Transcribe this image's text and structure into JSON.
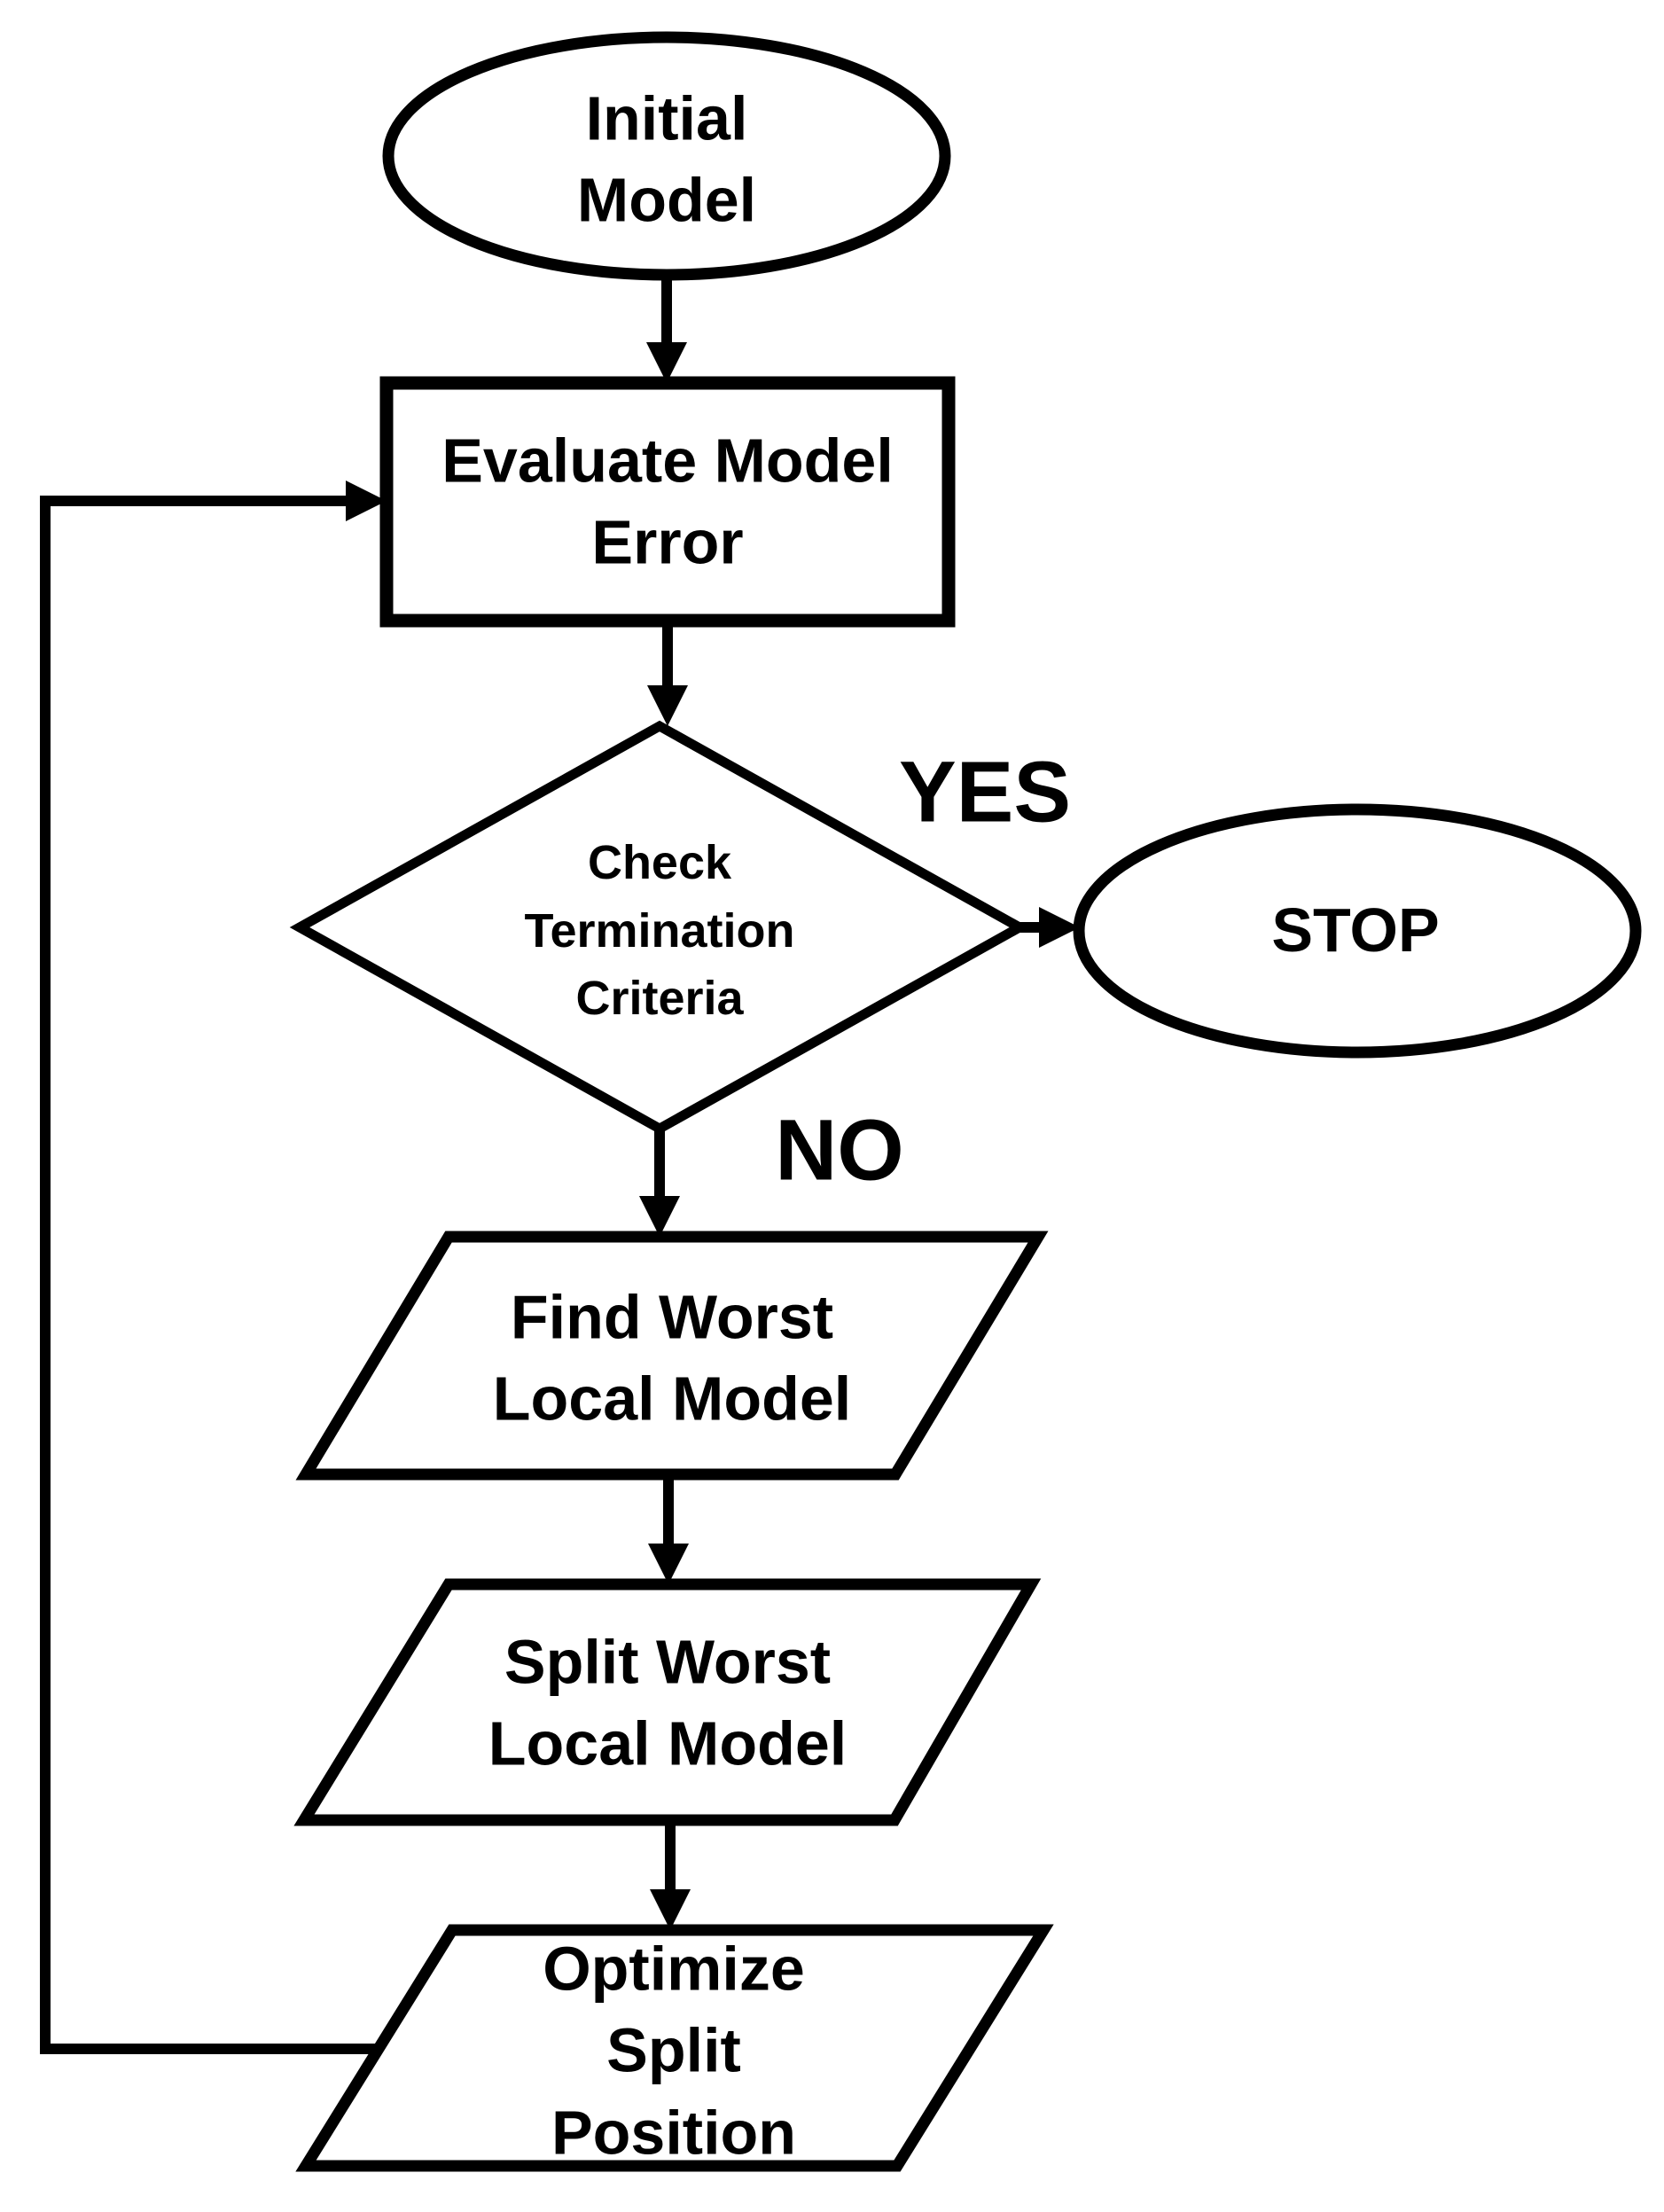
{
  "nodes": {
    "initial": {
      "label": "Initial\nModel",
      "shape": "ellipse"
    },
    "evaluate": {
      "label": "Evaluate Model\nError",
      "shape": "rectangle"
    },
    "decision": {
      "label": "Check\nTermination\nCriteria",
      "shape": "diamond"
    },
    "stop": {
      "label": "STOP",
      "shape": "ellipse"
    },
    "find_worst": {
      "label": "Find Worst\nLocal Model",
      "shape": "parallelogram"
    },
    "split_worst": {
      "label": "Split Worst\nLocal Model",
      "shape": "parallelogram"
    },
    "optimize": {
      "label": "Optimize\nSplit\nPosition",
      "shape": "parallelogram"
    }
  },
  "edge_labels": {
    "yes": "YES",
    "no": "NO"
  },
  "colors": {
    "line": "#000000",
    "text": "#000000",
    "background": "#ffffff"
  }
}
